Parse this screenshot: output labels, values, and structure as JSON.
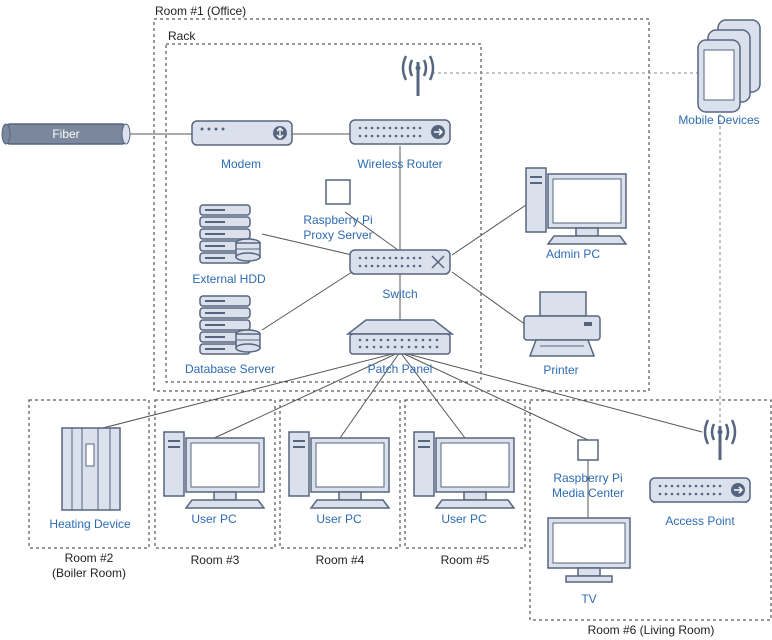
{
  "rooms": {
    "office": "Room #1 (Office)",
    "rack": "Rack",
    "room2_line1": "Room #2",
    "room2_line2": "(Boiler Room)",
    "room3": "Room #3",
    "room4": "Room #4",
    "room5": "Room #5",
    "room6": "Room #6 (Living Room)"
  },
  "devices": {
    "fiber": "Fiber",
    "modem": "Modem",
    "wireless_router": "Wireless Router",
    "mobile_devices": "Mobile Devices",
    "rpi_proxy_line1": "Raspberry Pi",
    "rpi_proxy_line2": "Proxy Server",
    "external_hdd": "External HDD",
    "switch": "Switch",
    "admin_pc": "Admin PC",
    "database_server": "Database Server",
    "patch_panel": "Patch Panel",
    "printer": "Printer",
    "heating_device": "Heating Device",
    "user_pc_3": "User PC",
    "user_pc_4": "User PC",
    "user_pc_5": "User PC",
    "rpi_media_line1": "Raspberry Pi",
    "rpi_media_line2": "Media Center",
    "access_point": "Access Point",
    "tv": "TV"
  },
  "icons": {
    "device": "#56657f",
    "device_fill": "#dbe1ec",
    "label": "#2d6bb5"
  }
}
